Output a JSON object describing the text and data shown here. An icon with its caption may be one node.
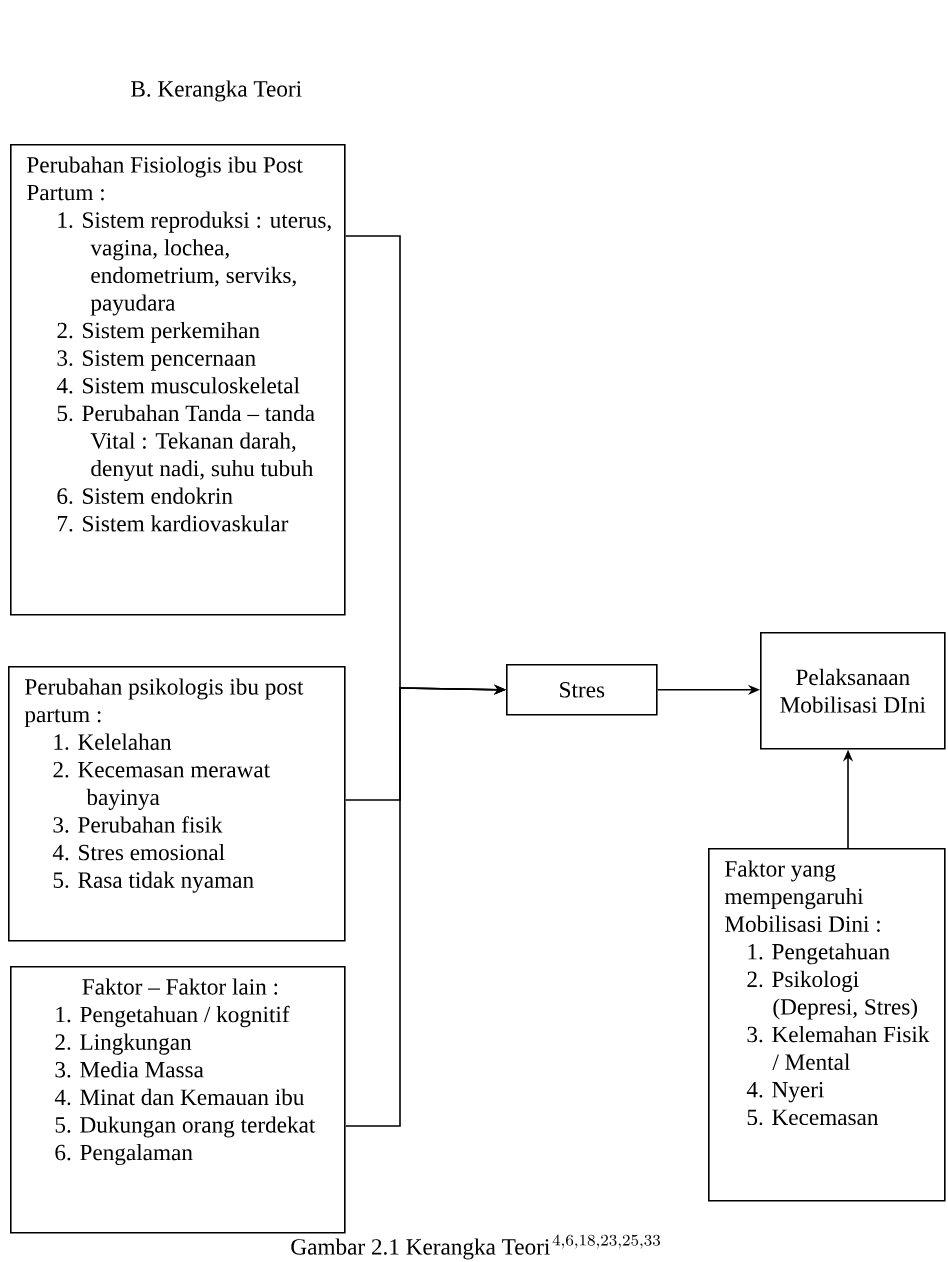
{
  "diagram": {
    "title": "B.  Kerangka Teori",
    "caption": "Gambar 2.1 Kerangka Teori",
    "labels": [
      "^{4, 6, 18, 23, 25, 33}"
    ],
    "nodes": [
      {
        "text": [
          "Perubahan Fisiologis ibu Post Partum :",
          "1. Sistem reproduksi : uterus, vagina, lochea, endometrium, serviks, payudara",
          "2. Sistem perkemihan",
          "3. Sistem pencernaan",
          "4. Sistem musculoskeletal",
          "5. Perubahan Tanda – tanda Vital : Tekanan darah, denyut nadi, suhu tubuh",
          "6. Sistem endokrin",
          "7. Sistem kardiovaskular"
        ]
      },
      {
        "text": [
          "Perubahan psikologis ibu post partum :",
          "1. Kelelahan",
          "2. Kecemasan merawat bayinya",
          "3. Perubahan fisik",
          "4. Stres emosional",
          "5. Rasa tidak nyaman"
        ]
      },
      {
        "text": [
          "Faktor – Faktor lain :",
          "1. Pengetahuan / kognitif",
          "2. Lingkungan",
          "3. Media Massa",
          "4. Minat dan Kemauan ibu",
          "5. Dukungan orang terdekat",
          "6. Pengalaman"
        ]
      },
      {
        "text": [
          "Stres"
        ]
      },
      {
        "text": [
          "Pelaksanaan Mobilisasi DIni"
        ]
      },
      {
        "text": [
          "Faktor yang mempengaruhi Mobilisasi Dini :",
          "1. Pengetahuan",
          "2. Psikologi (Depresi, Stres)",
          "3. Kelemahan Fisik / Mental",
          "4. Nyeri",
          "5. Kecemasan"
        ]
      }
    ],
    "edges": [
      {
        "from": 0,
        "to": 3,
        "arrow": "to"
      },
      {
        "from": 1,
        "to": 3,
        "arrow": "to"
      },
      {
        "from": 2,
        "to": 3,
        "arrow": "to"
      },
      {
        "from": 3,
        "to": 4,
        "arrow": "to"
      },
      {
        "from": 5,
        "to": 4,
        "arrow": "to"
      }
    ]
  }
}
